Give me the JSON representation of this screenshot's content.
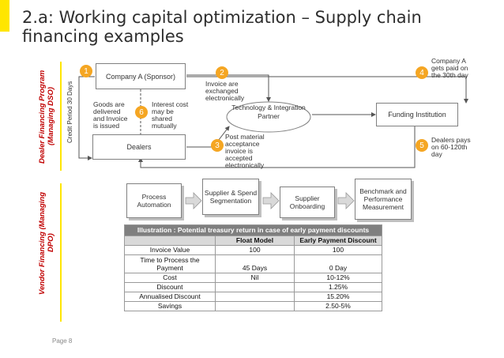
{
  "title": "2.a: Working capital optimization – Supply chain financing examples",
  "sections": {
    "dealer": "Dealer Financing Program (Managing DSO)",
    "vendor": "Vendor Financing (Managing DPO)"
  },
  "diagram": {
    "company_a": "Company A (Sponsor)",
    "dealers": "Dealers",
    "tech_partner": "Technology & Integration Partner",
    "funding": "Funding Institution",
    "credit_period": "Credit Period 30 Days",
    "goods": "Goods are delivered and Invoice is issued",
    "interest": "Interest cost may be shared mutually",
    "invoice_exchange": "Invoice are exchanged electronically",
    "post_material": "Post material acceptance invoice is accepted electronically",
    "company_paid": "Company A gets paid on the 30th day",
    "dealers_pays": "Dealers pays on 60-120th day",
    "badges": [
      "1",
      "2",
      "3",
      "4",
      "5",
      "6"
    ]
  },
  "process": [
    "Process Automation",
    "Supplier & Spend Segmentation",
    "Supplier Onboarding",
    "Benchmark and Performance Measurement"
  ],
  "table": {
    "caption": "Illustration : Potential treasury return in case of early payment discounts",
    "headers": [
      "",
      "Float Model",
      "Early Payment Discount"
    ],
    "rows": [
      [
        "Invoice Value",
        "100",
        "100"
      ],
      [
        "Time to Process the Payment",
        "45 Days",
        "0 Day"
      ],
      [
        "Cost",
        "Nil",
        "10-12%"
      ],
      [
        "Discount",
        "",
        "1.25%"
      ],
      [
        "Annualised Discount",
        "",
        "15.20%"
      ],
      [
        "Savings",
        "",
        "2.50-5%"
      ]
    ]
  },
  "page_label": "Page 8",
  "colors": {
    "accent": "#ffe600",
    "section_label": "#c00000",
    "badge": "#f5a623",
    "table_header": "#7f7f7f"
  }
}
